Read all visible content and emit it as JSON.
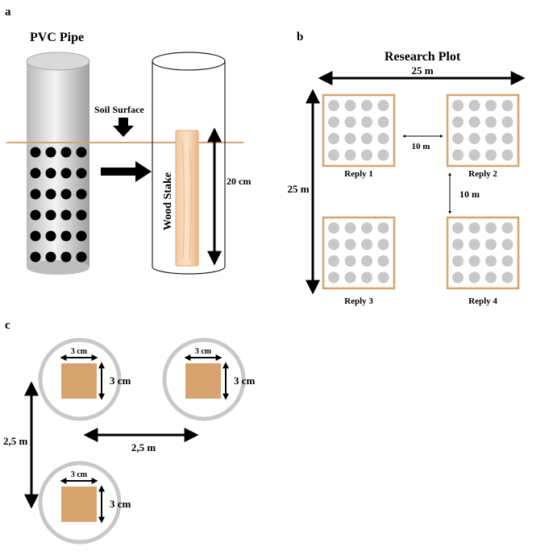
{
  "panel_a": {
    "letter": "a",
    "pvc_label": "PVC Pipe",
    "soil_label": "Soil Surface",
    "stake_label": "Wood Stake",
    "depth_label": "20 cm"
  },
  "panel_b": {
    "letter": "b",
    "title": "Research Plot",
    "width_label": "25 m",
    "height_label": "25 m",
    "gap_h_label": "10 m",
    "gap_v_label": "10 m",
    "replies": [
      "Reply 1",
      "Reply 2",
      "Reply 3",
      "Reply 4"
    ]
  },
  "panel_c": {
    "letter": "c",
    "stake_width_label": "3 cm",
    "stake_height_label": "3 cm",
    "spacing_h_label": "2,5 m",
    "spacing_v_label": "2,5 m"
  },
  "colors": {
    "soil_line": "#d4a373",
    "stake_fill": "#d7a46f",
    "plot_border": "#d7a46f",
    "dot_grey": "#c8c8c8",
    "ring_grey": "#c8c8c8"
  }
}
